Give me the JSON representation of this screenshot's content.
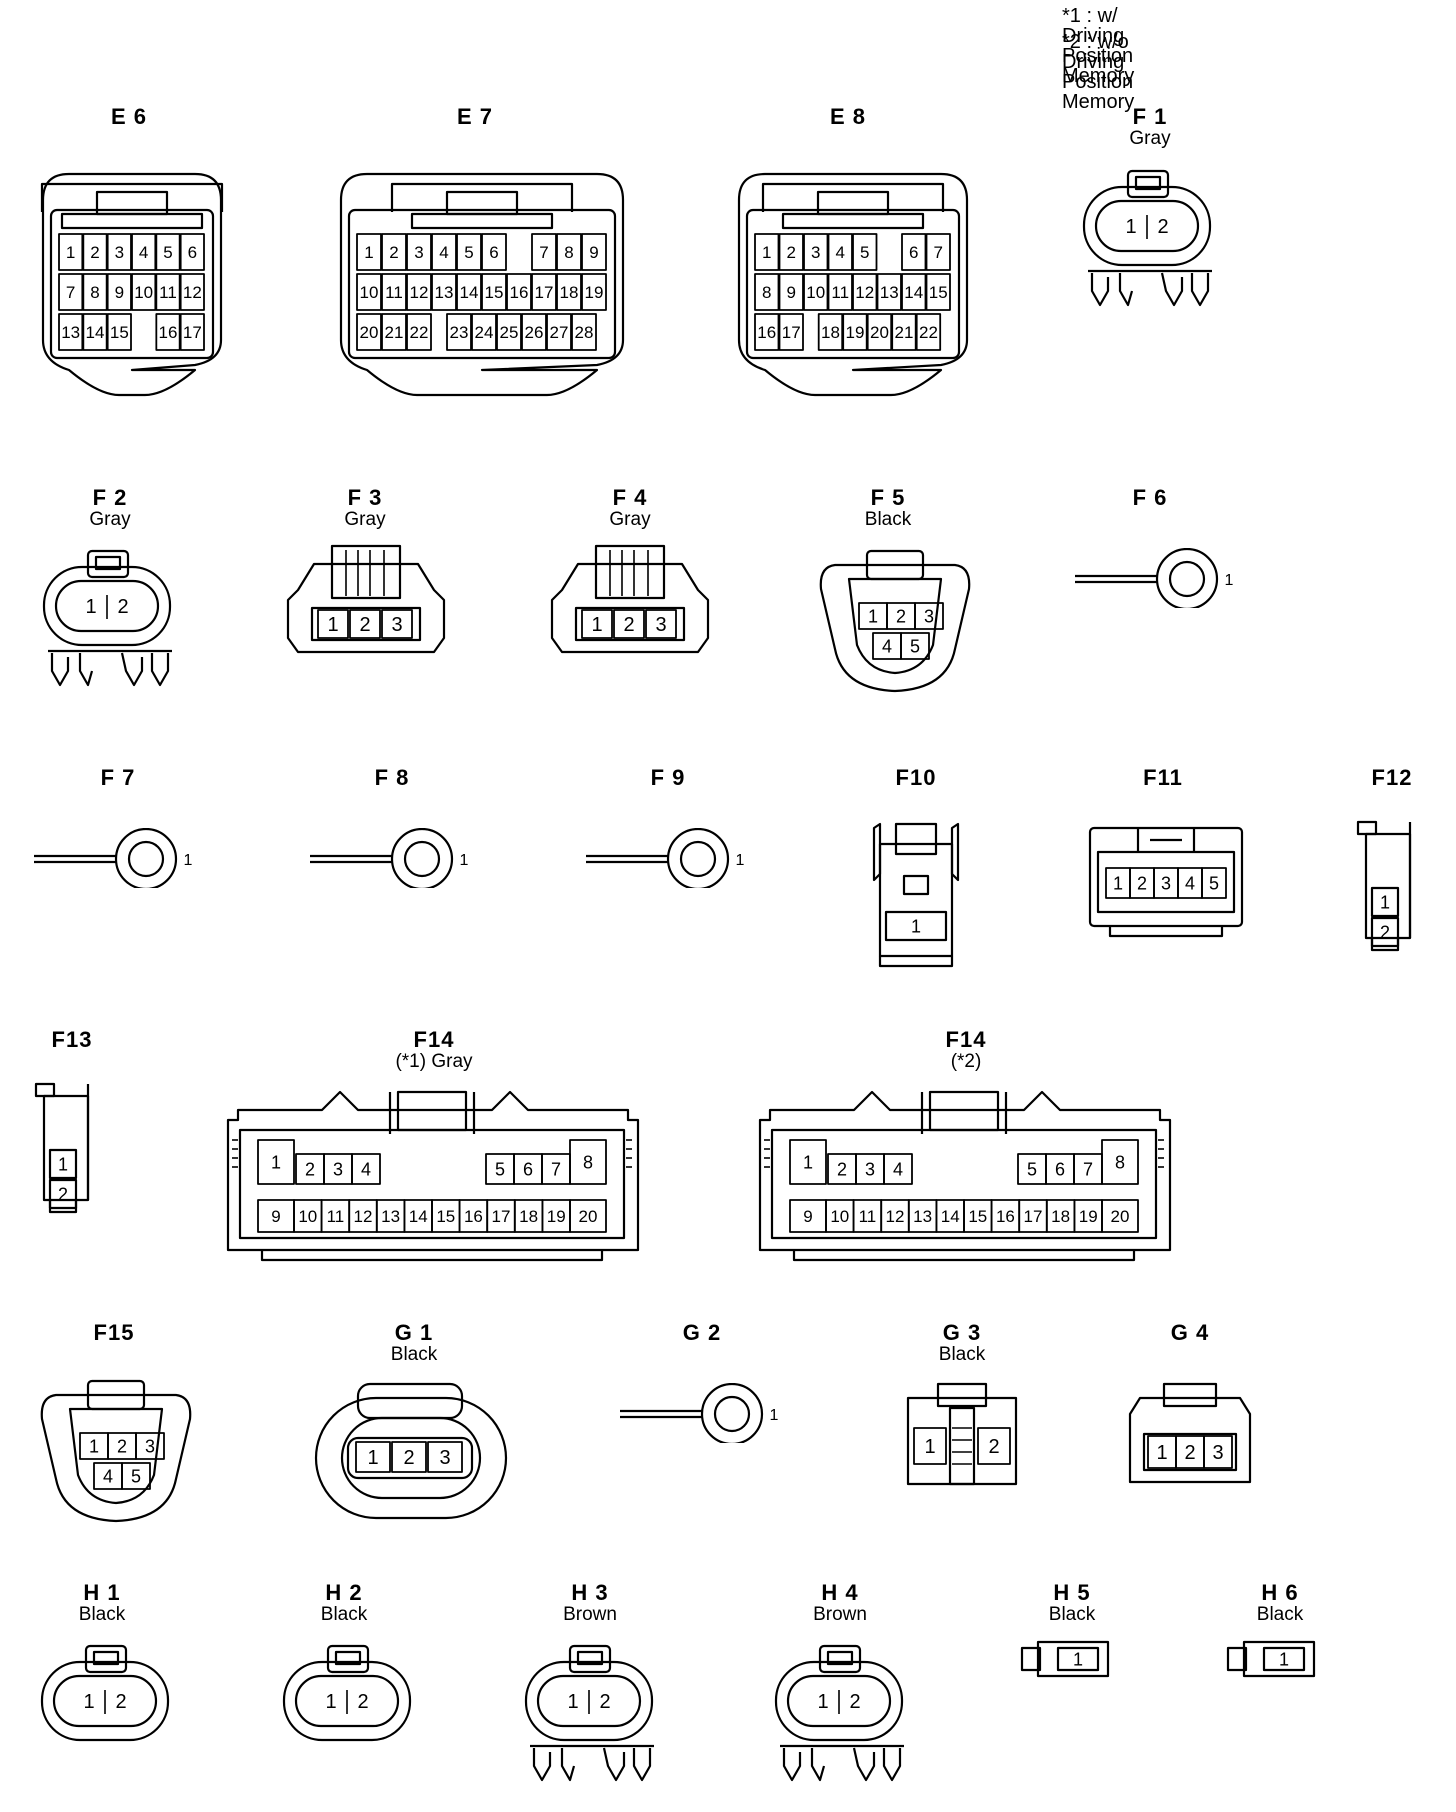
{
  "notes": [
    "*1 : w/ Driving Position Memory",
    "*2 : w/o Driving Position Memory"
  ],
  "connectors": [
    {
      "id": "E6",
      "code": "E 6",
      "label": "",
      "pins": [
        "1",
        "2",
        "3",
        "4",
        "5",
        "6",
        "7",
        "8",
        "9",
        "10",
        "11",
        "12",
        "13",
        "14",
        "15",
        "16",
        "17"
      ]
    },
    {
      "id": "E7",
      "code": "E 7",
      "label": "",
      "pins": [
        "1",
        "2",
        "3",
        "4",
        "5",
        "6",
        "7",
        "8",
        "9",
        "10",
        "11",
        "12",
        "13",
        "14",
        "15",
        "16",
        "17",
        "18",
        "19",
        "20",
        "21",
        "22",
        "23",
        "24",
        "25",
        "26",
        "27",
        "28"
      ]
    },
    {
      "id": "E8",
      "code": "E 8",
      "label": "",
      "pins": [
        "1",
        "2",
        "3",
        "4",
        "5",
        "6",
        "7",
        "8",
        "9",
        "10",
        "11",
        "12",
        "13",
        "14",
        "15",
        "16",
        "17",
        "18",
        "19",
        "20",
        "21",
        "22"
      ]
    },
    {
      "id": "F1",
      "code": "F 1",
      "label": "Gray",
      "pins": [
        "1",
        "2"
      ]
    },
    {
      "id": "F2",
      "code": "F 2",
      "label": "Gray",
      "pins": [
        "1",
        "2"
      ]
    },
    {
      "id": "F3",
      "code": "F 3",
      "label": "Gray",
      "pins": [
        "1",
        "2",
        "3"
      ]
    },
    {
      "id": "F4",
      "code": "F 4",
      "label": "Gray",
      "pins": [
        "1",
        "2",
        "3"
      ]
    },
    {
      "id": "F5",
      "code": "F 5",
      "label": "Black",
      "pins": [
        "1",
        "2",
        "3",
        "4",
        "5"
      ]
    },
    {
      "id": "F6",
      "code": "F 6",
      "label": "",
      "pins": [
        "1"
      ]
    },
    {
      "id": "F7",
      "code": "F 7",
      "label": "",
      "pins": [
        "1"
      ]
    },
    {
      "id": "F8",
      "code": "F 8",
      "label": "",
      "pins": [
        "1"
      ]
    },
    {
      "id": "F9",
      "code": "F 9",
      "label": "",
      "pins": [
        "1"
      ]
    },
    {
      "id": "F10",
      "code": "F10",
      "label": "",
      "pins": [
        "1"
      ]
    },
    {
      "id": "F11",
      "code": "F11",
      "label": "",
      "pins": [
        "1",
        "2",
        "3",
        "4",
        "5"
      ]
    },
    {
      "id": "F12",
      "code": "F12",
      "label": "",
      "pins": [
        "1",
        "2"
      ]
    },
    {
      "id": "F13",
      "code": "F13",
      "label": "",
      "pins": [
        "1",
        "2"
      ]
    },
    {
      "id": "F14a",
      "code": "F14",
      "label": "(*1)  Gray",
      "pins": [
        "1",
        "2",
        "3",
        "4",
        "5",
        "6",
        "7",
        "8",
        "9",
        "10",
        "11",
        "12",
        "13",
        "14",
        "15",
        "16",
        "17",
        "18",
        "19",
        "20"
      ]
    },
    {
      "id": "F14b",
      "code": "F14",
      "label": "(*2)",
      "pins": [
        "1",
        "2",
        "3",
        "4",
        "5",
        "6",
        "7",
        "8",
        "9",
        "10",
        "11",
        "12",
        "13",
        "14",
        "15",
        "16",
        "17",
        "18",
        "19",
        "20"
      ]
    },
    {
      "id": "F15",
      "code": "F15",
      "label": "",
      "pins": [
        "1",
        "2",
        "3",
        "4",
        "5"
      ]
    },
    {
      "id": "G1",
      "code": "G 1",
      "label": "Black",
      "pins": [
        "1",
        "2",
        "3"
      ]
    },
    {
      "id": "G2",
      "code": "G 2",
      "label": "",
      "pins": [
        "1"
      ]
    },
    {
      "id": "G3",
      "code": "G 3",
      "label": "Black",
      "pins": [
        "1",
        "2"
      ]
    },
    {
      "id": "G4",
      "code": "G 4",
      "label": "",
      "pins": [
        "1",
        "2",
        "3"
      ]
    },
    {
      "id": "H1",
      "code": "H 1",
      "label": "Black",
      "pins": [
        "1",
        "2"
      ]
    },
    {
      "id": "H2",
      "code": "H 2",
      "label": "Black",
      "pins": [
        "1",
        "2"
      ]
    },
    {
      "id": "H3",
      "code": "H 3",
      "label": "Brown",
      "pins": [
        "1",
        "2"
      ]
    },
    {
      "id": "H4",
      "code": "H 4",
      "label": "Brown",
      "pins": [
        "1",
        "2"
      ]
    },
    {
      "id": "H5",
      "code": "H 5",
      "label": "Black",
      "pins": [
        "1"
      ]
    },
    {
      "id": "H6",
      "code": "H 6",
      "label": "Black",
      "pins": [
        "1"
      ]
    }
  ]
}
